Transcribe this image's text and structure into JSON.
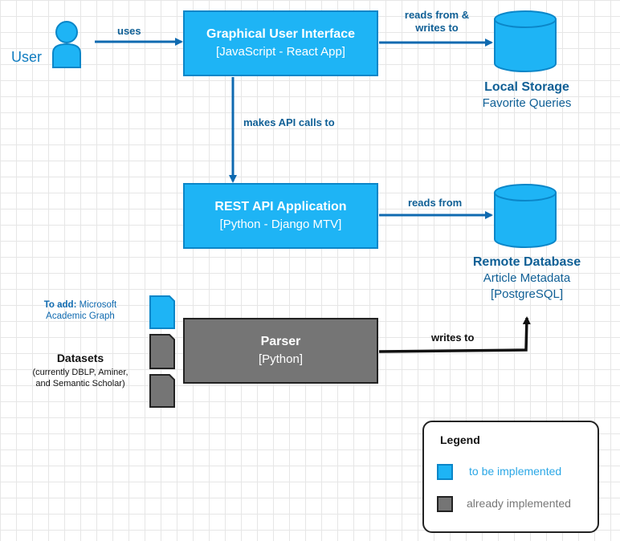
{
  "user": {
    "label": "User"
  },
  "gui": {
    "title": "Graphical User Interface",
    "subtitle": "[JavaScript - React App]"
  },
  "rest": {
    "title": "REST API Application",
    "subtitle": "[Python - Django MTV]"
  },
  "parser": {
    "title": "Parser",
    "subtitle": "[Python]"
  },
  "local_storage": {
    "name": "Local Storage",
    "desc": "Favorite Queries"
  },
  "remote_db": {
    "name": "Remote Database",
    "desc": "Article Metadata",
    "tech": "[PostgreSQL]"
  },
  "edges": {
    "uses": "uses",
    "reads_writes_1": "reads from &",
    "reads_writes_2": "writes to",
    "api_calls": "makes API calls to",
    "reads_from": "reads from",
    "writes_to": "writes to"
  },
  "todo": {
    "prefix": "To add:",
    "line1": "Microsoft",
    "line2": "Academic Graph"
  },
  "datasets": {
    "title": "Datasets",
    "sub1": "(currently DBLP, Aminer,",
    "sub2": "and Semantic Scholar)"
  },
  "legend": {
    "title": "Legend",
    "to_be_implemented": "to be implemented",
    "already_implemented": "already implemented"
  },
  "colors": {
    "planned_fill": "#1eb4f5",
    "planned_stroke": "#0b86c8",
    "done_fill": "#757575",
    "done_stroke": "#222222",
    "edge_blue": "#0f6ab0",
    "edge_dark": "#111111"
  }
}
